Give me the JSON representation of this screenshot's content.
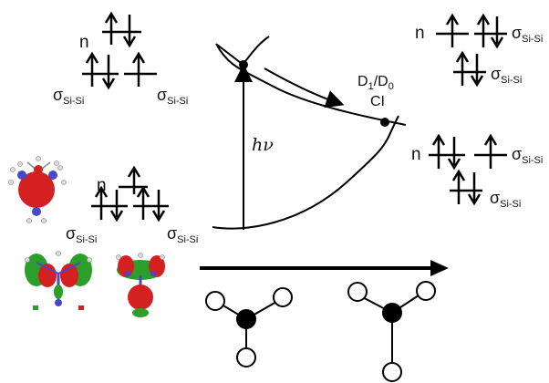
{
  "labels": {
    "n": "n",
    "sigma_main": "σ",
    "sigma_sub": "Si-Si",
    "hv": "hν",
    "d1d0_main_1": "D",
    "d1d0_sub_1": "1",
    "d1d0_sep": "/D",
    "d1d0_sub_2": "0",
    "ci": "CI"
  },
  "colors": {
    "line": "#000000",
    "orbital_red": "#d42020",
    "orbital_green": "#2aa02a",
    "orbital_blue": "#4848c8",
    "atom_white": "#ffffff",
    "atom_black": "#000000"
  },
  "diagram_elements": {
    "electron_config_panels": 4,
    "orbital_pictures": [
      "singly-occupied-n-orbital",
      "sigma-si-si-orbital-1",
      "sigma-si-si-orbital-2"
    ],
    "molecular_structures": [
      "planar-silyl-radical",
      "pyramidal-silyl-radical"
    ],
    "reaction_arrow": "right"
  }
}
